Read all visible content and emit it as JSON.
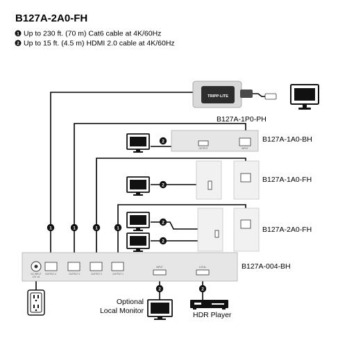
{
  "header": {
    "title": "B127A-2A0-FH",
    "notes": [
      {
        "badge": "1",
        "text": "Up to 230 ft. (70 m) Cat6 cable at 4K/60Hz"
      },
      {
        "badge": "2",
        "text": "Up to 15 ft. (4.5 m) HDMI 2.0 cable at 4K/60Hz"
      }
    ]
  },
  "devices": {
    "pod_label": "B127A-1P0-PH",
    "box_receiver_label": "B127A-1A0-BH",
    "wallplate_receiver_label": "B127A-1A0-FH",
    "dual_wallplate_label": "B127A-2A0-FH",
    "switch_label": "B127A-004-BH",
    "local_monitor_label": [
      "Optional",
      "Local Monitor"
    ],
    "source_label": "HDR Player"
  },
  "switch_ports": {
    "dc_in": [
      "DC INPUT",
      "12V 1A"
    ],
    "outputs": [
      "OUTPUT 4",
      "OUTPUT 3",
      "OUTPUT 2",
      "OUTPUT 1"
    ],
    "input": "INPUT",
    "local": "LOCAL"
  },
  "receiver_ports": {
    "output": "OUTPUT",
    "input": "INPUT"
  },
  "pod_logo": "TRIPP·LITE",
  "badges": {
    "cat6": "1",
    "hdmi": "2"
  },
  "colors": {
    "badge": "#111111",
    "device": "#e6e6e6",
    "wallplate": "#f1f1f1"
  }
}
